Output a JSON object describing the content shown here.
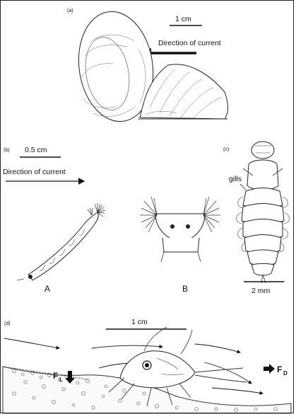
{
  "panels": {
    "a": {
      "letter": "(a)",
      "scale_label": "1 cm",
      "current_label": "Direction of current"
    },
    "b": {
      "letter": "(b)",
      "scale_label": "0.5 cm",
      "current_label": "Direction of current",
      "label_A": "A",
      "label_B": "B"
    },
    "c": {
      "letter": "(c)",
      "gills_label": "gills",
      "scale_label": "2 mm"
    },
    "d": {
      "letter": "(d)",
      "scale_label": "1 cm",
      "lift_label": "F",
      "lift_sub": "L",
      "drag_label": "F",
      "drag_sub": "D"
    }
  }
}
